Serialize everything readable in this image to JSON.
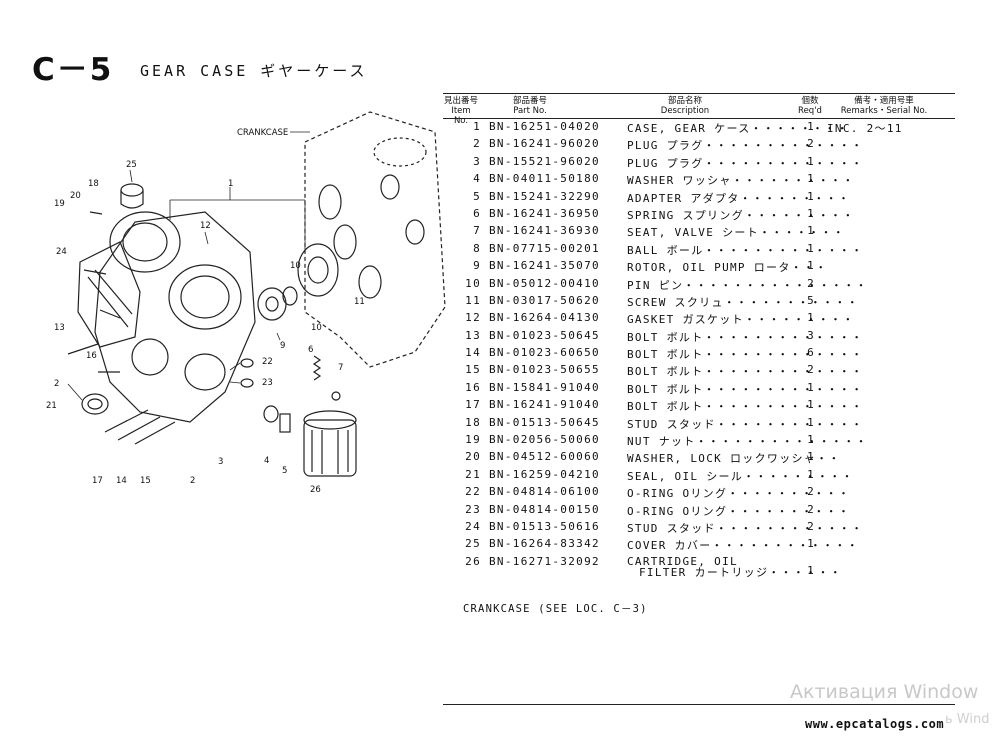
{
  "header": {
    "page_code": "C－5",
    "title": "GEAR CASE ギヤーケース"
  },
  "diagram": {
    "labels": [
      "CRANKCASE",
      "25",
      "1",
      "12",
      "20",
      "18",
      "19",
      "24",
      "10",
      "11",
      "10",
      "9",
      "13",
      "16",
      "2",
      "21",
      "22",
      "23",
      "6",
      "7",
      "4",
      "5",
      "3",
      "17",
      "14",
      "15",
      "2",
      "26"
    ]
  },
  "table": {
    "headers": {
      "item_jp": "見出番号",
      "item_en": "Item No.",
      "part_jp": "部品番号",
      "part_en": "Part No.",
      "desc_jp": "部品名称",
      "desc_en": "Description",
      "qty_jp": "個数",
      "qty_en": "Req'd",
      "rem_jp": "備考・適用号車",
      "rem_en": "Remarks・Serial No."
    },
    "rows": [
      {
        "no": "1",
        "part": "BN-16251-04020",
        "desc": "CASE, GEAR ケース・・・・・・・・",
        "qty": "1",
        "rem": "INC. 2～11"
      },
      {
        "no": "2",
        "part": "BN-16241-96020",
        "desc": "PLUG プラグ・・・・・・・・・・・・・",
        "qty": "2",
        "rem": ""
      },
      {
        "no": "3",
        "part": "BN-15521-96020",
        "desc": "PLUG プラグ・・・・・・・・・・・・・",
        "qty": "1",
        "rem": ""
      },
      {
        "no": "4",
        "part": "BN-04011-50180",
        "desc": "WASHER ワッシャ・・・・・・・・・・",
        "qty": "1",
        "rem": ""
      },
      {
        "no": "5",
        "part": "BN-15241-32290",
        "desc": "ADAPTER アダプタ・・・・・・・・・",
        "qty": "1",
        "rem": ""
      },
      {
        "no": "6",
        "part": "BN-16241-36950",
        "desc": "SPRING スプリング・・・・・・・・・",
        "qty": "1",
        "rem": ""
      },
      {
        "no": "7",
        "part": "BN-16241-36930",
        "desc": "SEAT, VALVE シート・・・・・・・",
        "qty": "1",
        "rem": ""
      },
      {
        "no": "8",
        "part": "BN-07715-00201",
        "desc": "BALL ボール・・・・・・・・・・・・・",
        "qty": "1",
        "rem": ""
      },
      {
        "no": "9",
        "part": "BN-16241-35070",
        "desc": "ROTOR, OIL PUMP ロータ・・・",
        "qty": "1",
        "rem": ""
      },
      {
        "no": "10",
        "part": "BN-05012-00410",
        "desc": "PIN ピン・・・・・・・・・・・・・・・",
        "qty": "2",
        "rem": ""
      },
      {
        "no": "11",
        "part": "BN-03017-50620",
        "desc": "SCREW スクリュ・・・・・・・・・・・",
        "qty": "5",
        "rem": ""
      },
      {
        "no": "12",
        "part": "BN-16264-04130",
        "desc": "GASKET ガスケット・・・・・・・・・",
        "qty": "1",
        "rem": ""
      },
      {
        "no": "13",
        "part": "BN-01023-50645",
        "desc": "BOLT ボルト・・・・・・・・・・・・・",
        "qty": "3",
        "rem": ""
      },
      {
        "no": "14",
        "part": "BN-01023-60650",
        "desc": "BOLT ボルト・・・・・・・・・・・・・",
        "qty": "6",
        "rem": ""
      },
      {
        "no": "15",
        "part": "BN-01023-50655",
        "desc": "BOLT ボルト・・・・・・・・・・・・・",
        "qty": "2",
        "rem": ""
      },
      {
        "no": "16",
        "part": "BN-15841-91040",
        "desc": "BOLT ボルト・・・・・・・・・・・・・",
        "qty": "1",
        "rem": ""
      },
      {
        "no": "17",
        "part": "BN-16241-91040",
        "desc": "BOLT ボルト・・・・・・・・・・・・・",
        "qty": "1",
        "rem": ""
      },
      {
        "no": "18",
        "part": "BN-01513-50645",
        "desc": "STUD スタッド・・・・・・・・・・・・",
        "qty": "1",
        "rem": ""
      },
      {
        "no": "19",
        "part": "BN-02056-50060",
        "desc": "NUT ナット・・・・・・・・・・・・・・",
        "qty": "1",
        "rem": ""
      },
      {
        "no": "20",
        "part": "BN-04512-60060",
        "desc": "WASHER, LOCK ロックワッシャ・・",
        "qty": "1",
        "rem": ""
      },
      {
        "no": "21",
        "part": "BN-16259-04210",
        "desc": "SEAL, OIL シール・・・・・・・・・",
        "qty": "1",
        "rem": ""
      },
      {
        "no": "22",
        "part": "BN-04814-06100",
        "desc": "O-RING Oリング・・・・・・・・・・",
        "qty": "2",
        "rem": ""
      },
      {
        "no": "23",
        "part": "BN-04814-00150",
        "desc": "O-RING Oリング・・・・・・・・・・",
        "qty": "2",
        "rem": ""
      },
      {
        "no": "24",
        "part": "BN-01513-50616",
        "desc": "STUD スタッド・・・・・・・・・・・・",
        "qty": "2",
        "rem": ""
      },
      {
        "no": "25",
        "part": "BN-16264-83342",
        "desc": "COVER カバー・・・・・・・・・・・・",
        "qty": "1",
        "rem": ""
      }
    ],
    "last_row": {
      "no": "26",
      "part": "BN-16271-32092",
      "desc1": "CARTRIDGE, OIL",
      "desc2": "FILTER カートリッジ・・・・・・",
      "qty": "1"
    }
  },
  "note": "CRANKCASE (SEE LOC. C－3)",
  "watermark": {
    "line1": "Активация Window",
    "line2": "ь Wind"
  },
  "footer": {
    "site": "www.epcatalogs.com"
  }
}
